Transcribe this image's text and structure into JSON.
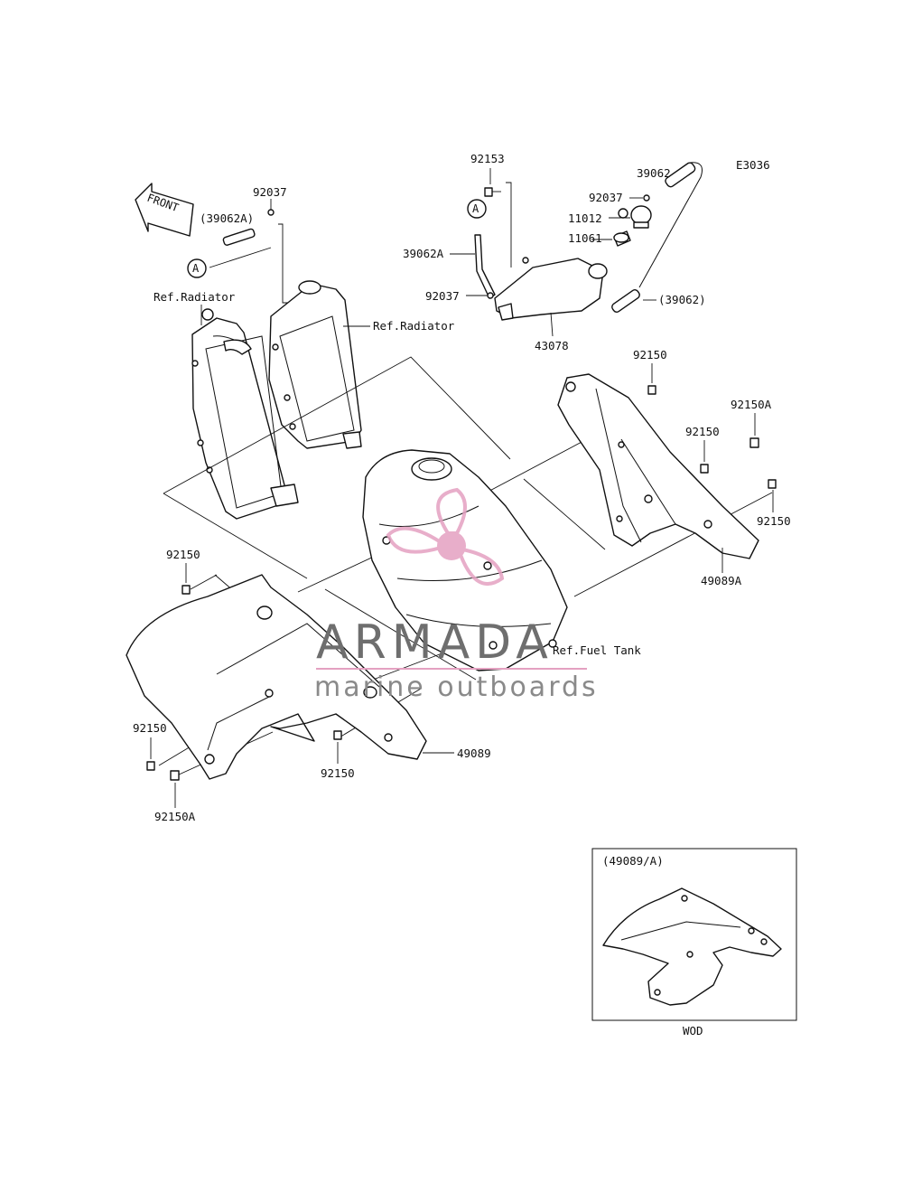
{
  "diagram": {
    "code": "E3036",
    "front_label": "FRONT",
    "ref_labels": {
      "radiator_left": "Ref.Radiator",
      "radiator_right": "Ref.Radiator",
      "fuel_tank": "Ref.Fuel Tank"
    },
    "callout_a": "A",
    "parts": {
      "p39062A_paren": "(39062A)",
      "p92037_top": "92037",
      "p92153": "92153",
      "p39062A": "39062A",
      "p92037_mid": "92037",
      "p43078": "43078",
      "p39062": "39062",
      "p92037_right": "92037",
      "p11012": "11012",
      "p11061": "11061",
      "p39062_paren": "(39062)",
      "p92150_r1": "92150",
      "p92150A_r": "92150A",
      "p92150_r2": "92150",
      "p92150_r3": "92150",
      "p49089A": "49089A",
      "p92150_l1": "92150",
      "p92150_l2": "92150",
      "p92150A_l": "92150A",
      "p92150_c": "92150",
      "p49089": "49089"
    },
    "inset": {
      "title": "(49089/A)",
      "caption": "WOD"
    }
  },
  "watermark": {
    "brand": "ARMADA",
    "tagline": "marine outboards",
    "logo_color": "#e4a1c1"
  }
}
